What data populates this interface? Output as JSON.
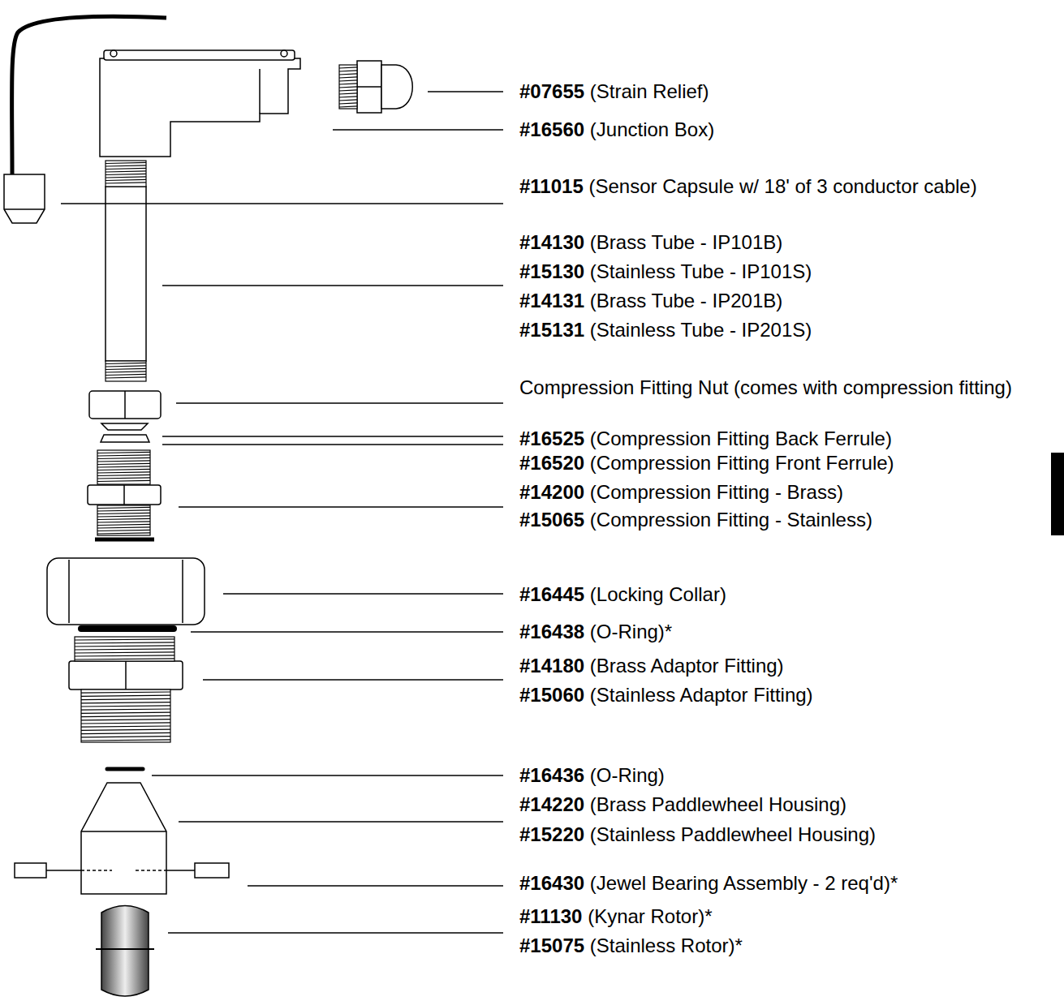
{
  "diagram": {
    "labels": [
      "#07655",
      "(Strain Relief)",
      "#16560",
      "(Junction Box)",
      "#11015",
      "(Sensor Capsule w/ 18' of 3 conductor cable)",
      "#14130",
      "(Brass Tube - IP101B)",
      "#15130",
      "(Stainless Tube - IP101S)",
      "#14131",
      "(Brass Tube - IP201B)",
      "#15131",
      "(Stainless Tube - IP201S)",
      "Compression Fitting Nut (comes with compression fitting)",
      "#16525",
      "(Compression Fitting Back Ferrule)",
      "#16520",
      "(Compression Fitting Front Ferrule)",
      "#14200",
      "(Compression Fitting - Brass)",
      "#15065",
      "(Compression Fitting - Stainless)",
      "#16445",
      "(Locking Collar)",
      "#16438",
      "(O-Ring)*",
      "#14180",
      "(Brass Adaptor Fitting)",
      "#15060",
      "(Stainless Adaptor Fitting)",
      "#16436",
      "(O-Ring)",
      "#14220",
      "(Brass Paddlewheel Housing)",
      "#15220",
      "(Stainless Paddlewheel Housing)",
      "#16430",
      "(Jewel Bearing Assembly - 2 req'd)*",
      "#11130",
      "(Kynar Rotor)*",
      "#15075",
      "(Stainless Rotor)*"
    ]
  }
}
